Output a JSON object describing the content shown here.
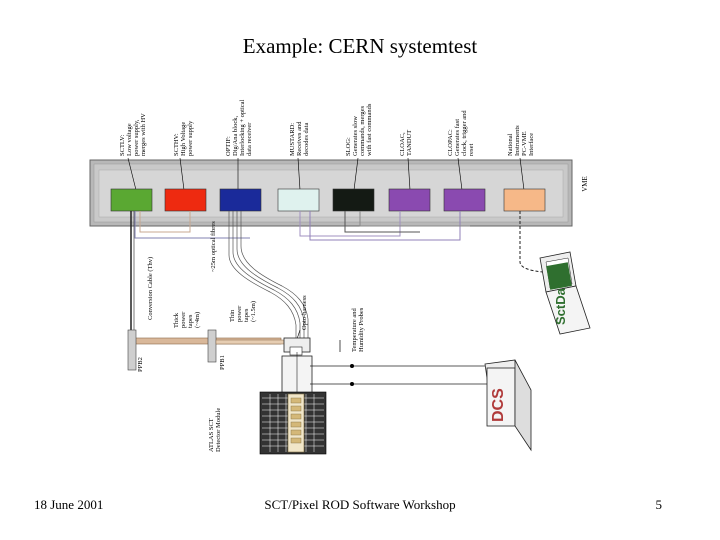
{
  "title": "Example: CERN systemtest",
  "footer": {
    "date": "18 June 2001",
    "center": "SCT/Pixel ROD Software Workshop",
    "page": "5"
  },
  "colors": {
    "module_green": "#5aa832",
    "module_red": "#ee2a10",
    "module_blue": "#1a2a9a",
    "module_cyan": "#dff2ee",
    "module_black": "#141a14",
    "module_purple": "#8a4ab0",
    "module_orange": "#f6b888",
    "crate_gray": "#b8b8b8"
  },
  "crate_label": "VME",
  "modules": [
    {
      "name": "sctlv",
      "color_key": "module_green",
      "label_lines": [
        "SCTLV:",
        "Low voltage",
        "power supply,",
        "merges with HV"
      ]
    },
    {
      "name": "sctiv",
      "color_key": "module_red",
      "label_lines": [
        "SCTHV:",
        "High Voltage",
        "power supply"
      ]
    },
    {
      "name": "optif",
      "color_key": "module_blue",
      "label_lines": [
        "OPTIF:",
        "Dig/Ana block,",
        "Interlocking + optical",
        "data receiver"
      ]
    },
    {
      "name": "mustard",
      "color_key": "module_cyan",
      "label_lines": [
        "MUSTARD:",
        "Receives and",
        "decodes data"
      ]
    },
    {
      "name": "slog",
      "color_key": "module_black",
      "label_lines": [
        "SLOG:",
        "Generates slow",
        "commands, merges",
        "with fast commands"
      ]
    },
    {
      "name": "cloac",
      "color_key": "module_purple",
      "label_lines": [
        "CLOAC,",
        "TANDUT"
      ]
    },
    {
      "name": "clopac",
      "color_key": "module_purple",
      "label_lines": [
        "CLOPAC:",
        "Generates fast",
        "clock, trigger and",
        "reset"
      ]
    },
    {
      "name": "national",
      "color_key": "module_orange",
      "label_lines": [
        "National",
        "Instruments",
        "PC-VME",
        "Interface"
      ]
    }
  ],
  "cable_labels": {
    "conversion": "Conversion Cable (Thv)",
    "optical_fibres": "~25m optical fibres",
    "thick_power": [
      "Thick",
      "power",
      "tapes",
      "(~4m)"
    ],
    "thin_power": [
      "Thin",
      "power",
      "tapes",
      "(~1.5m)"
    ],
    "optoharness": "Opto-harness",
    "temp_probes": [
      "Temperature and",
      "Humidity Probes"
    ]
  },
  "patch_panels": {
    "ppb2": "PPB2",
    "ppb1": "PPB1"
  },
  "detector_label": [
    "ATLAS SCT",
    "Detector Module"
  ],
  "computers": {
    "sctdaq": "SctDaq",
    "dcs": "DCS"
  }
}
